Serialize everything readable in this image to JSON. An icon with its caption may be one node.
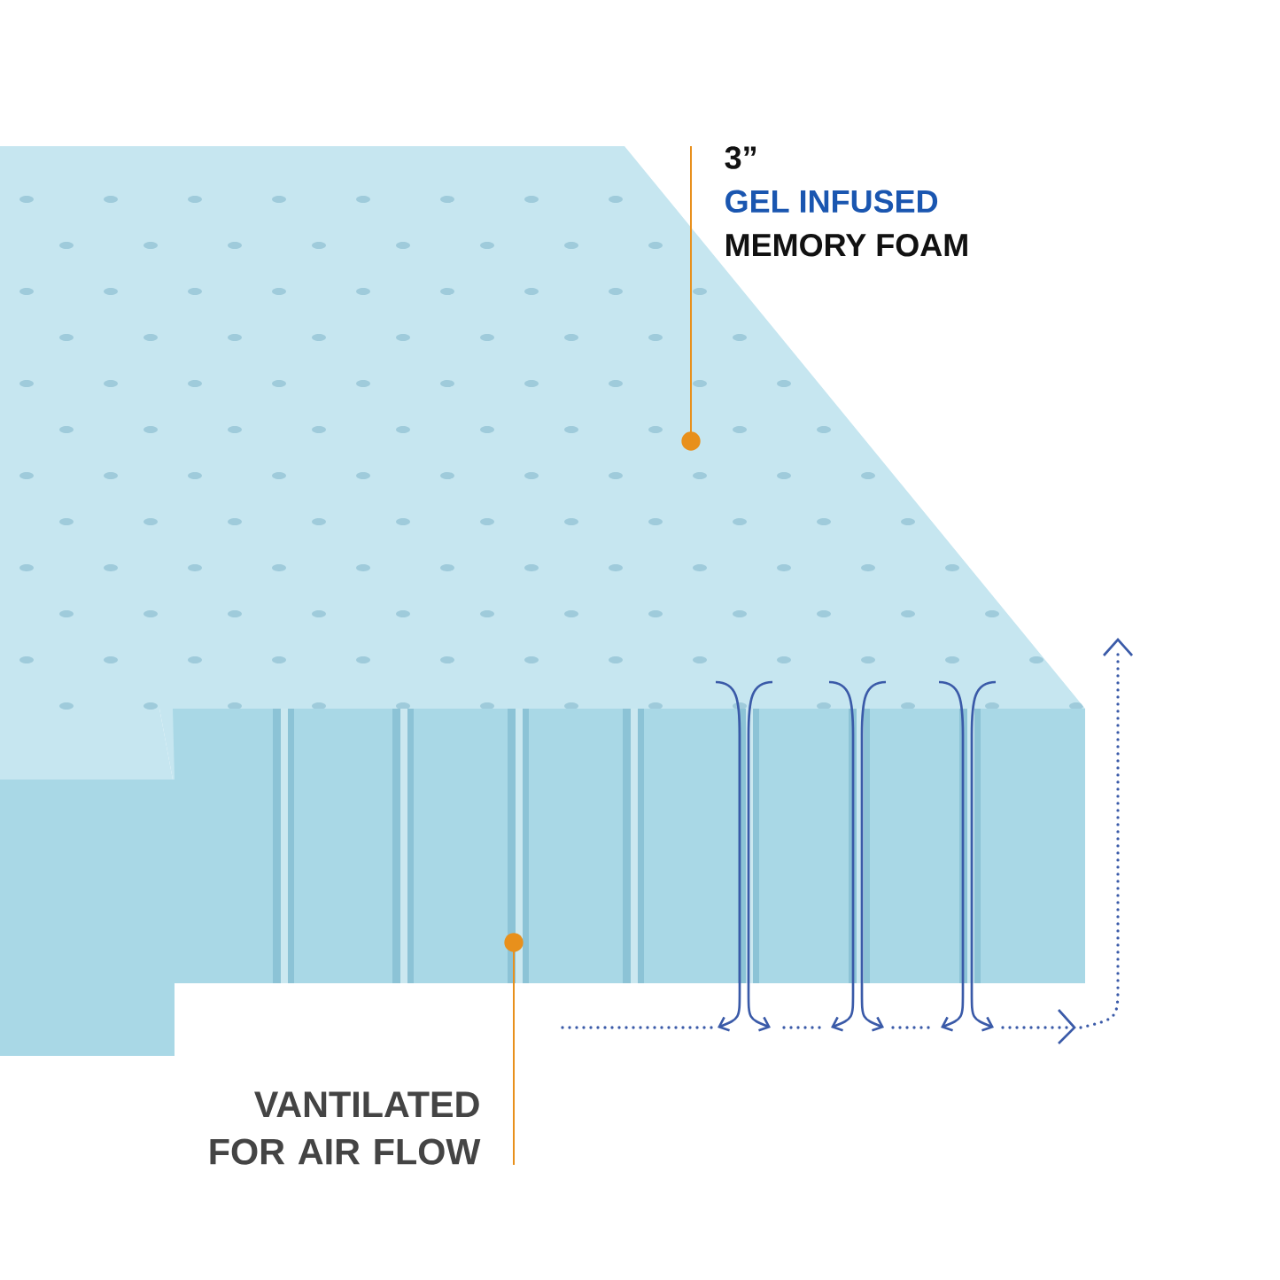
{
  "diagram": {
    "nodes": [
      {
        "text": [
          "3”",
          "GEL INFUSED",
          "MEMORY FOAM"
        ]
      },
      {
        "text": [],
        "shape": "circle"
      },
      {
        "text": [
          "VANTILATED FOR AIR FLOW"
        ]
      },
      {
        "text": [],
        "shape": "circle"
      }
    ],
    "edges": [
      {
        "from": 0,
        "to": 1,
        "arrow": "none"
      },
      {
        "from": 3,
        "to": 2,
        "arrow": "none"
      }
    ]
  }
}
